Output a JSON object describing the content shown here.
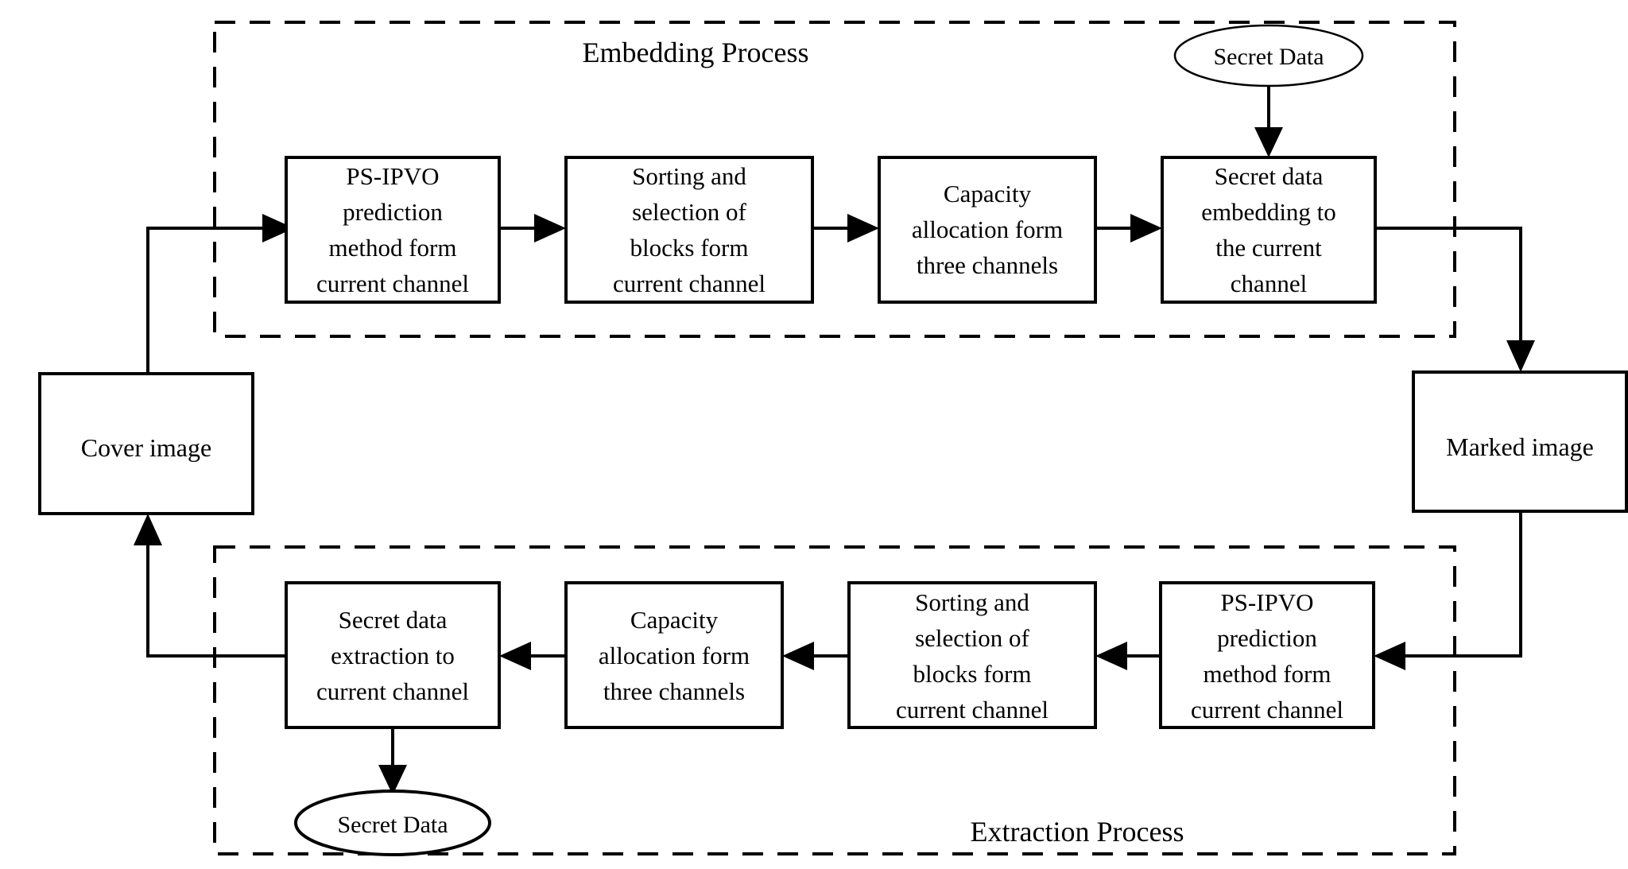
{
  "diagram": {
    "title_embedding": "Embedding Process",
    "title_extraction": "Extraction Process",
    "io_nodes": {
      "cover_image": "Cover image",
      "marked_image": "Marked image"
    },
    "ellipses": {
      "secret_data_in": "Secret Data",
      "secret_data_out": "Secret Data"
    },
    "embedding_boxes": [
      {
        "name": "ps-ipvo-prediction",
        "lines": [
          "PS-IPVO",
          "prediction",
          "method form",
          "current channel"
        ]
      },
      {
        "name": "sorting-selection",
        "lines": [
          "Sorting and",
          "selection of",
          "blocks form",
          "current  channel"
        ]
      },
      {
        "name": "capacity-allocation",
        "lines": [
          "Capacity",
          "allocation form",
          "three channels"
        ]
      },
      {
        "name": "secret-data-embedding",
        "lines": [
          "Secret data",
          "embedding to",
          "the current",
          "channel"
        ]
      }
    ],
    "extraction_boxes": [
      {
        "name": "secret-data-extraction",
        "lines": [
          "Secret data",
          "extraction to",
          "current channel"
        ]
      },
      {
        "name": "capacity-allocation",
        "lines": [
          "Capacity",
          "allocation form",
          "three channels"
        ]
      },
      {
        "name": "sorting-selection",
        "lines": [
          "Sorting and",
          "selection of",
          "blocks form",
          "current  channel"
        ]
      },
      {
        "name": "ps-ipvo-prediction",
        "lines": [
          "PS-IPVO",
          "prediction",
          "method form",
          "current channel"
        ]
      }
    ],
    "colors": {
      "stroke": "#000000",
      "background": "#ffffff",
      "text": "#000000"
    }
  }
}
